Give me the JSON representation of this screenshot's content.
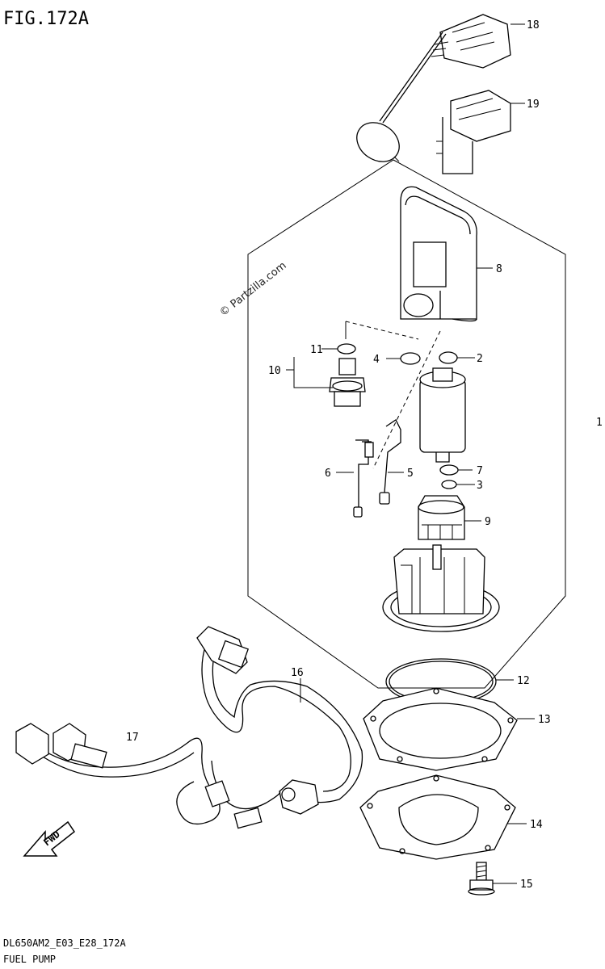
{
  "figure": {
    "title": "FIG.172A",
    "code": "DL650AM2_E03_E28_172A",
    "caption": "FUEL PUMP",
    "watermark": "© Partzilla.com",
    "direction_badge": "FWD"
  },
  "callouts": {
    "c1": "1",
    "c2": "2",
    "c3": "3",
    "c4": "4",
    "c5": "5",
    "c6": "6",
    "c7": "7",
    "c8": "8",
    "c9": "9",
    "c10": "10",
    "c11": "11",
    "c12": "12",
    "c13": "13",
    "c14": "14",
    "c15": "15",
    "c16": "16",
    "c17": "17",
    "c18": "18",
    "c19": "19"
  }
}
